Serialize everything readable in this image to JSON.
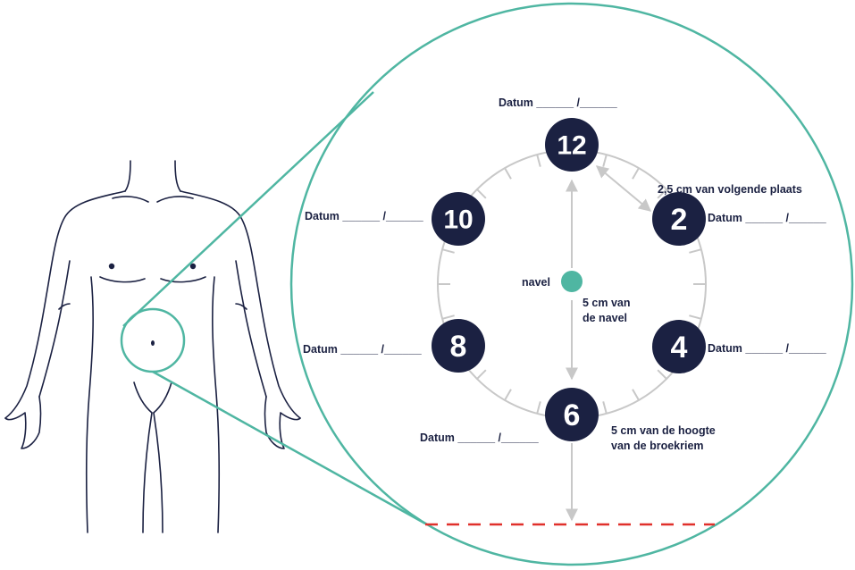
{
  "colors": {
    "navy": "#1b2142",
    "teal": "#4fb6a2",
    "grey": "#c8c8c8",
    "red": "#e0302b"
  },
  "positions": {
    "p12": {
      "number": "12",
      "date_label": "Datum ______ /______"
    },
    "p2": {
      "number": "2",
      "date_label": "Datum ______ /______"
    },
    "p4": {
      "number": "4",
      "date_label": "Datum ______ /______"
    },
    "p6": {
      "number": "6",
      "date_label": "Datum ______ /______"
    },
    "p8": {
      "number": "8",
      "date_label": "Datum ______ /______"
    },
    "p10": {
      "number": "10",
      "date_label": "Datum ______ /______"
    }
  },
  "labels": {
    "navel": "navel",
    "distance_next_site": "2,5 cm van volgende plaats",
    "from_navel_line1": "5 cm van",
    "from_navel_line2": "de navel",
    "waistband_line1": "5 cm van de hoogte",
    "waistband_line2": "van de broekriem"
  }
}
